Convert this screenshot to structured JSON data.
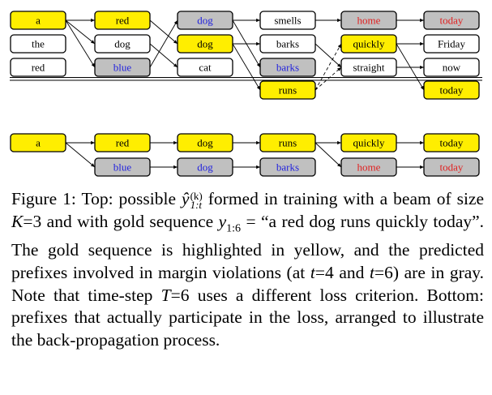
{
  "colors": {
    "gold": "#ffee00",
    "violation": "#c0c0c0",
    "plain": "#ffffff",
    "text_default": "#000000",
    "text_red": "#e02020",
    "text_blue": "#2222dd"
  },
  "top_beam": {
    "columns": [
      {
        "step": 1,
        "nodes": [
          {
            "label": "a",
            "fill": "gold",
            "text": "text_default"
          },
          {
            "label": "the",
            "fill": "plain",
            "text": "text_default"
          },
          {
            "label": "red",
            "fill": "plain",
            "text": "text_default"
          }
        ]
      },
      {
        "step": 2,
        "nodes": [
          {
            "label": "red",
            "fill": "gold",
            "text": "text_default"
          },
          {
            "label": "dog",
            "fill": "plain",
            "text": "text_default"
          },
          {
            "label": "blue",
            "fill": "violation",
            "text": "text_blue"
          }
        ]
      },
      {
        "step": 3,
        "nodes": [
          {
            "label": "dog",
            "fill": "violation",
            "text": "text_blue"
          },
          {
            "label": "dog",
            "fill": "gold",
            "text": "text_default"
          },
          {
            "label": "cat",
            "fill": "plain",
            "text": "text_default"
          }
        ]
      },
      {
        "step": 4,
        "nodes": [
          {
            "label": "smells",
            "fill": "plain",
            "text": "text_default"
          },
          {
            "label": "barks",
            "fill": "plain",
            "text": "text_default"
          },
          {
            "label": "barks",
            "fill": "violation",
            "text": "text_blue"
          },
          {
            "label": "runs",
            "fill": "gold",
            "text": "text_default"
          }
        ]
      },
      {
        "step": 5,
        "nodes": [
          {
            "label": "home",
            "fill": "violation",
            "text": "text_red"
          },
          {
            "label": "quickly",
            "fill": "gold",
            "text": "text_default"
          },
          {
            "label": "straight",
            "fill": "plain",
            "text": "text_default"
          }
        ]
      },
      {
        "step": 6,
        "nodes": [
          {
            "label": "today",
            "fill": "violation",
            "text": "text_red"
          },
          {
            "label": "Friday",
            "fill": "plain",
            "text": "text_default"
          },
          {
            "label": "now",
            "fill": "plain",
            "text": "text_default"
          },
          {
            "label": "today",
            "fill": "gold",
            "text": "text_default"
          }
        ]
      }
    ],
    "edges": [
      {
        "from": [
          0,
          0
        ],
        "to": [
          1,
          0
        ],
        "style": "solid"
      },
      {
        "from": [
          0,
          0
        ],
        "to": [
          1,
          1
        ],
        "style": "solid"
      },
      {
        "from": [
          0,
          0
        ],
        "to": [
          1,
          2
        ],
        "style": "solid"
      },
      {
        "from": [
          1,
          0
        ],
        "to": [
          2,
          1
        ],
        "style": "solid"
      },
      {
        "from": [
          1,
          1
        ],
        "to": [
          2,
          2
        ],
        "style": "solid"
      },
      {
        "from": [
          1,
          2
        ],
        "to": [
          2,
          0
        ],
        "style": "solid"
      },
      {
        "from": [
          2,
          0
        ],
        "to": [
          3,
          0
        ],
        "style": "solid"
      },
      {
        "from": [
          2,
          0
        ],
        "to": [
          3,
          2
        ],
        "style": "solid"
      },
      {
        "from": [
          2,
          1
        ],
        "to": [
          3,
          1
        ],
        "style": "solid"
      },
      {
        "from": [
          2,
          1
        ],
        "to": [
          3,
          3
        ],
        "style": "solid"
      },
      {
        "from": [
          3,
          0
        ],
        "to": [
          4,
          0
        ],
        "style": "solid"
      },
      {
        "from": [
          3,
          1
        ],
        "to": [
          4,
          2
        ],
        "style": "solid"
      },
      {
        "from": [
          3,
          3
        ],
        "to": [
          4,
          1
        ],
        "style": "dashed"
      },
      {
        "from": [
          3,
          3
        ],
        "to": [
          4,
          2
        ],
        "style": "dashed"
      },
      {
        "from": [
          4,
          0
        ],
        "to": [
          5,
          0
        ],
        "style": "solid"
      },
      {
        "from": [
          4,
          1
        ],
        "to": [
          5,
          1
        ],
        "style": "solid"
      },
      {
        "from": [
          4,
          1
        ],
        "to": [
          5,
          3
        ],
        "style": "solid"
      },
      {
        "from": [
          4,
          2
        ],
        "to": [
          5,
          2
        ],
        "style": "solid"
      }
    ]
  },
  "bottom_chain": {
    "columns": [
      {
        "nodes": [
          {
            "label": "a",
            "fill": "gold",
            "text": "text_default"
          }
        ]
      },
      {
        "nodes": [
          {
            "label": "red",
            "fill": "gold",
            "text": "text_default"
          },
          {
            "label": "blue",
            "fill": "violation",
            "text": "text_blue"
          }
        ]
      },
      {
        "nodes": [
          {
            "label": "dog",
            "fill": "gold",
            "text": "text_default"
          },
          {
            "label": "dog",
            "fill": "violation",
            "text": "text_blue"
          }
        ]
      },
      {
        "nodes": [
          {
            "label": "runs",
            "fill": "gold",
            "text": "text_default"
          },
          {
            "label": "barks",
            "fill": "violation",
            "text": "text_blue"
          }
        ]
      },
      {
        "nodes": [
          {
            "label": "quickly",
            "fill": "gold",
            "text": "text_default"
          },
          {
            "label": "home",
            "fill": "violation",
            "text": "text_red"
          }
        ]
      },
      {
        "nodes": [
          {
            "label": "today",
            "fill": "gold",
            "text": "text_default"
          },
          {
            "label": "today",
            "fill": "violation",
            "text": "text_red"
          }
        ]
      }
    ],
    "edges": [
      {
        "from": [
          0,
          0
        ],
        "to": [
          1,
          0
        ]
      },
      {
        "from": [
          0,
          0
        ],
        "to": [
          1,
          1
        ]
      },
      {
        "from": [
          1,
          0
        ],
        "to": [
          2,
          0
        ]
      },
      {
        "from": [
          1,
          1
        ],
        "to": [
          2,
          1
        ]
      },
      {
        "from": [
          2,
          0
        ],
        "to": [
          3,
          0
        ]
      },
      {
        "from": [
          2,
          1
        ],
        "to": [
          3,
          1
        ]
      },
      {
        "from": [
          3,
          0
        ],
        "to": [
          4,
          0
        ]
      },
      {
        "from": [
          3,
          0
        ],
        "to": [
          4,
          1
        ]
      },
      {
        "from": [
          4,
          0
        ],
        "to": [
          5,
          0
        ]
      },
      {
        "from": [
          4,
          1
        ],
        "to": [
          5,
          1
        ]
      }
    ]
  },
  "caption": {
    "label": "Figure 1:",
    "t1": "Top: possible",
    "t2": "formed in training with a beam of size",
    "K": "K",
    "eq": "=",
    "K_val": "3",
    "t3": "and with gold sequence",
    "y": "y",
    "y_sub": "1:6",
    "t4": "“a red dog runs quickly today”. The gold sequence is highlighted in yellow, and the predicted prefixes involved in margin violations (at",
    "t": "t",
    "t_val1": "4",
    "and": "and",
    "t_val2": "6",
    "t5": ") are in gray. Note that time-step",
    "T": "T",
    "T_val": "6",
    "t6": "uses a different loss criterion. Bottom: prefixes that actually participate in the loss, arranged to illustrate the back-propagation process.",
    "yhat_base": "ŷ",
    "yhat_sup": "(k)",
    "yhat_sub": "1:t"
  }
}
